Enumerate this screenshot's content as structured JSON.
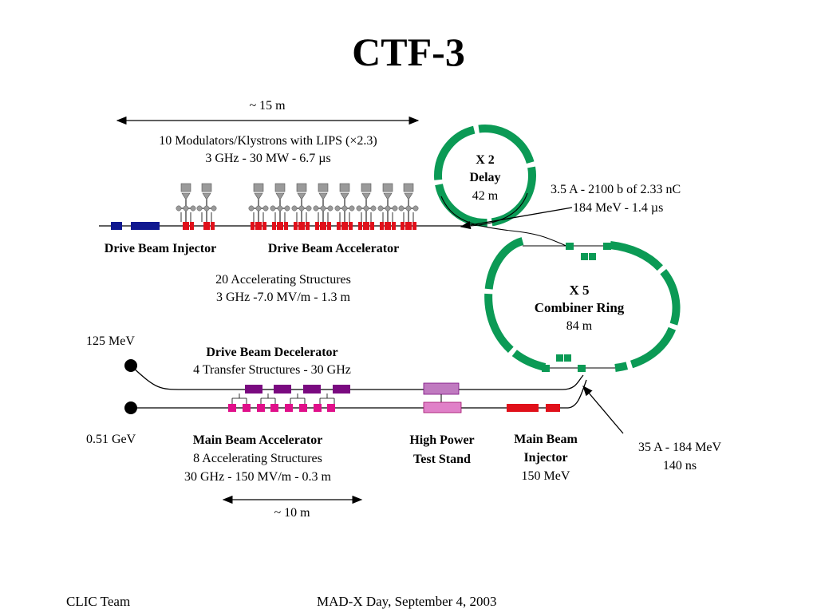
{
  "title": "CTF-3",
  "footer": {
    "left": "CLIC Team",
    "right": "MAD-X Day, September 4, 2003"
  },
  "top_dimension": "~ 15 m",
  "modulators": {
    "line1": "10 Modulators/Klystrons with LIPS (×2.3)",
    "line2": "3 GHz - 30 MW - 6.7 µs"
  },
  "delay_loop": {
    "line1": "X 2",
    "line2": "Delay",
    "line3": "42 m"
  },
  "delay_beam": {
    "line1": "3.5 A - 2100 b of 2.33 nC",
    "line2": "184 MeV - 1.4 µs"
  },
  "drive_beam_injector": "Drive Beam Injector",
  "drive_beam_accelerator": "Drive Beam Accelerator",
  "accelerating_structures": {
    "line1": "20 Accelerating Structures",
    "line2": "3 GHz -7.0 MV/m - 1.3 m"
  },
  "combiner_ring": {
    "line1": "X 5",
    "line2": "Combiner Ring",
    "line3": "84 m"
  },
  "energy_top": "125 MeV",
  "drive_beam_decelerator": {
    "line1": "Drive Beam Decelerator",
    "line2": "4 Transfer Structures - 30 GHz"
  },
  "energy_bottom": "0.51 GeV",
  "main_beam_accelerator": {
    "line1": "Main Beam Accelerator",
    "line2": "8 Accelerating Structures",
    "line3": "30 GHz - 150 MV/m - 0.3 m"
  },
  "high_power_test_stand": {
    "line1": "High Power",
    "line2": "Test Stand"
  },
  "main_beam_injector": {
    "line1": "Main Beam",
    "line2": "Injector",
    "line3": "150 MeV"
  },
  "ring_output": {
    "line1": "35 A - 184 MeV",
    "line2": "140 ns"
  },
  "bottom_dimension": "~ 10 m",
  "colors": {
    "ring_green": "#0b9a55",
    "klystron_red": "#e0101a",
    "injector_navy": "#101890",
    "decelerator_purple": "#7a0a80",
    "structure_magenta": "#e0108a",
    "test_stand": "#c07ac0",
    "test_stand_lower": "#e080c8"
  }
}
